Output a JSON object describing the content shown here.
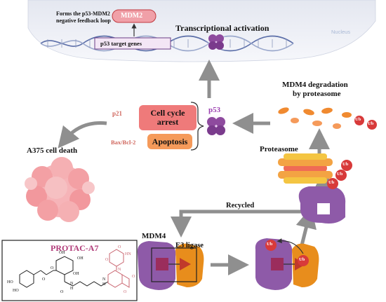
{
  "nucleus": {
    "label": "Nucleus",
    "feedback_note_line1": "Forms the p53-MDM2",
    "feedback_note_line2": "negative feedback loop",
    "mdm2_label": "MDM2",
    "target_genes_label": "p53 target genes",
    "transcription_label": "Transcriptional activation"
  },
  "pathway": {
    "p53_label": "p53",
    "p21_label": "p21",
    "bax_label": "Bax/Bcl-2",
    "cell_cycle_label_line1": "Cell cycle",
    "cell_cycle_label_line2": "arrest",
    "apoptosis_label": "Apoptosis",
    "cell_death_label": "A375 cell death"
  },
  "degradation": {
    "title_line1": "MDM4  degradation",
    "title_line2": "by proteasome",
    "proteasome_label": "Proteasome",
    "ub_label": "Ub",
    "recycled_label": "Recycled"
  },
  "complex": {
    "mdm4_label": "MDM4",
    "e3_label": "E3 ligase"
  },
  "protac": {
    "name": "PROTAC-A7",
    "atoms": [
      "O",
      "OH",
      "HO",
      "HO",
      "OH",
      "OH",
      "O",
      "N",
      "H",
      "N",
      "H",
      "O",
      "O",
      "N",
      "O",
      "HN",
      "O",
      "O"
    ]
  },
  "colors": {
    "nucleus_fill": "#eef0f7",
    "nucleus_label": "#a9b9d6",
    "mdm4": "#8e5aa8",
    "mdm4_dark": "#6f3f8c",
    "e3_ligase": "#e88d1c",
    "protac_warhead": "#9b2d5c",
    "ub": "#d83a3a",
    "p53": "#8e4a9e",
    "cell_cycle_box": "#ef7a7a",
    "apoptosis_box": "#f59a5a",
    "arrow_gray": "#8f8f8f",
    "protac_title": "#b03a78",
    "cell_death_mass": "#f3a0a4"
  }
}
